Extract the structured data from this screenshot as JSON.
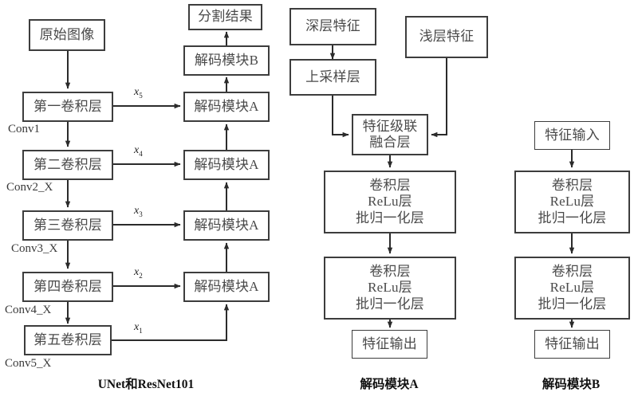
{
  "diagram": {
    "title_hidden": "",
    "colors": {
      "stroke": "#3d3d3d",
      "text": "#4a4a4a",
      "caption": "#111111",
      "background": "#ffffff"
    },
    "left_column": {
      "caption": "UNet和ResNet101",
      "input_box": "原始图像",
      "encoder_boxes": [
        {
          "label": "第一卷积层",
          "sublabel": "Conv1",
          "skip": "x",
          "skip_index": "5"
        },
        {
          "label": "第二卷积层",
          "sublabel": "Conv2_X",
          "skip": "x",
          "skip_index": "4"
        },
        {
          "label": "第三卷积层",
          "sublabel": "Conv3_X",
          "skip": "x",
          "skip_index": "3"
        },
        {
          "label": "第四卷积层",
          "sublabel": "Conv4_X",
          "skip": "x",
          "skip_index": "2"
        },
        {
          "label": "第五卷积层",
          "sublabel": "Conv5_X",
          "skip": "x",
          "skip_index": "1"
        }
      ],
      "output_box": "分割结果",
      "decoder_b": "解码模块B",
      "decoder_a": [
        "解码模块A",
        "解码模块A",
        "解码模块A",
        "解码模块A"
      ]
    },
    "middle_column": {
      "caption": "解码模块A",
      "deep_feature": "深层特征",
      "upsample": "上采样层",
      "shallow_feature": "浅层特征",
      "fusion": {
        "line1": "特征级联",
        "line2": "融合层"
      },
      "conv_block_1": {
        "line1": "卷积层",
        "line2": "ReLu层",
        "line3": "批归一化层"
      },
      "conv_block_2": {
        "line1": "卷积层",
        "line2": "ReLu层",
        "line3": "批归一化层"
      },
      "feature_output": "特征输出"
    },
    "right_column": {
      "caption": "解码模块B",
      "feature_input": "特征输入",
      "conv_block_1": {
        "line1": "卷积层",
        "line2": "ReLu层",
        "line3": "批归一化层"
      },
      "conv_block_2": {
        "line1": "卷积层",
        "line2": "ReLu层",
        "line3": "批归一化层"
      },
      "feature_output": "特征输出"
    }
  }
}
